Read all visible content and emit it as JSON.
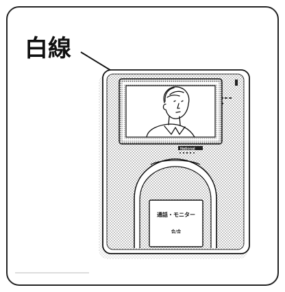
{
  "callout": {
    "label": "白線"
  },
  "device": {
    "brand": "National",
    "button_label": "通話・モニター",
    "button_sublabel": "合/合"
  }
}
